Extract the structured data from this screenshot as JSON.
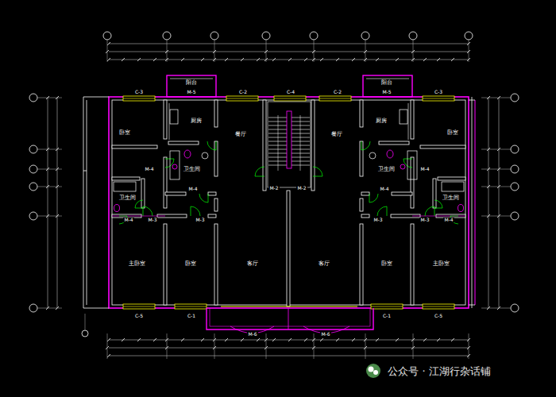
{
  "diagram": {
    "nodes": [
      {
        "text": [
          "阳台"
        ]
      },
      {
        "text": [
          "阳台"
        ]
      },
      {
        "text": [
          "卧室"
        ]
      },
      {
        "text": [
          "厨房"
        ]
      },
      {
        "text": [
          "餐厅"
        ]
      },
      {
        "text": [
          "餐厅"
        ]
      },
      {
        "text": [
          "厨房"
        ]
      },
      {
        "text": [
          "卧室"
        ]
      },
      {
        "text": [
          "卫生间"
        ]
      },
      {
        "text": [
          "卫生间"
        ]
      },
      {
        "text": [
          "卫生间"
        ]
      },
      {
        "text": [
          "卫生间"
        ]
      },
      {
        "text": [
          "主卧室"
        ]
      },
      {
        "text": [
          "卧室"
        ]
      },
      {
        "text": [
          "客厅"
        ]
      },
      {
        "text": [
          "客厅"
        ]
      },
      {
        "text": [
          "卧室"
        ]
      },
      {
        "text": [
          "主卧室"
        ]
      }
    ],
    "labels": [
      "C-3",
      "M-5",
      "C-2",
      "C-4",
      "C-2",
      "M-5",
      "C-3",
      "M-4",
      "M-4",
      "M-4",
      "M-2",
      "M-2",
      "M-4",
      "M-4",
      "M-3",
      "M-3",
      "M-3",
      "M-3",
      "M-4",
      "C-5",
      "C-1",
      "M-6",
      "M-6",
      "C-1",
      "C-5",
      "公众号 · 江湖行杂话铺"
    ]
  }
}
